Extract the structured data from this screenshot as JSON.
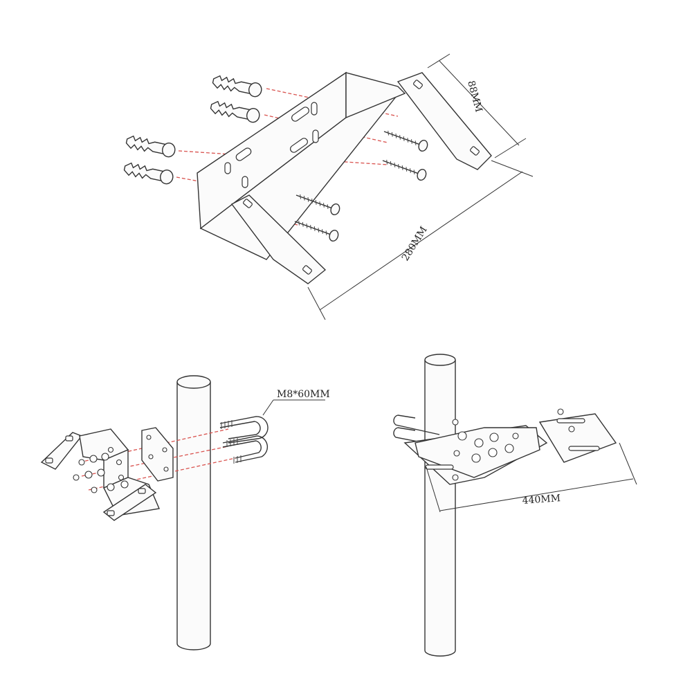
{
  "diagram": {
    "wall_bracket": {
      "depth_label": "88MM",
      "width_label": "280MM"
    },
    "pole_mount_left": {
      "bolt_label": "M8*60MM"
    },
    "pole_mount_right": {
      "width_label": "440MM"
    }
  }
}
